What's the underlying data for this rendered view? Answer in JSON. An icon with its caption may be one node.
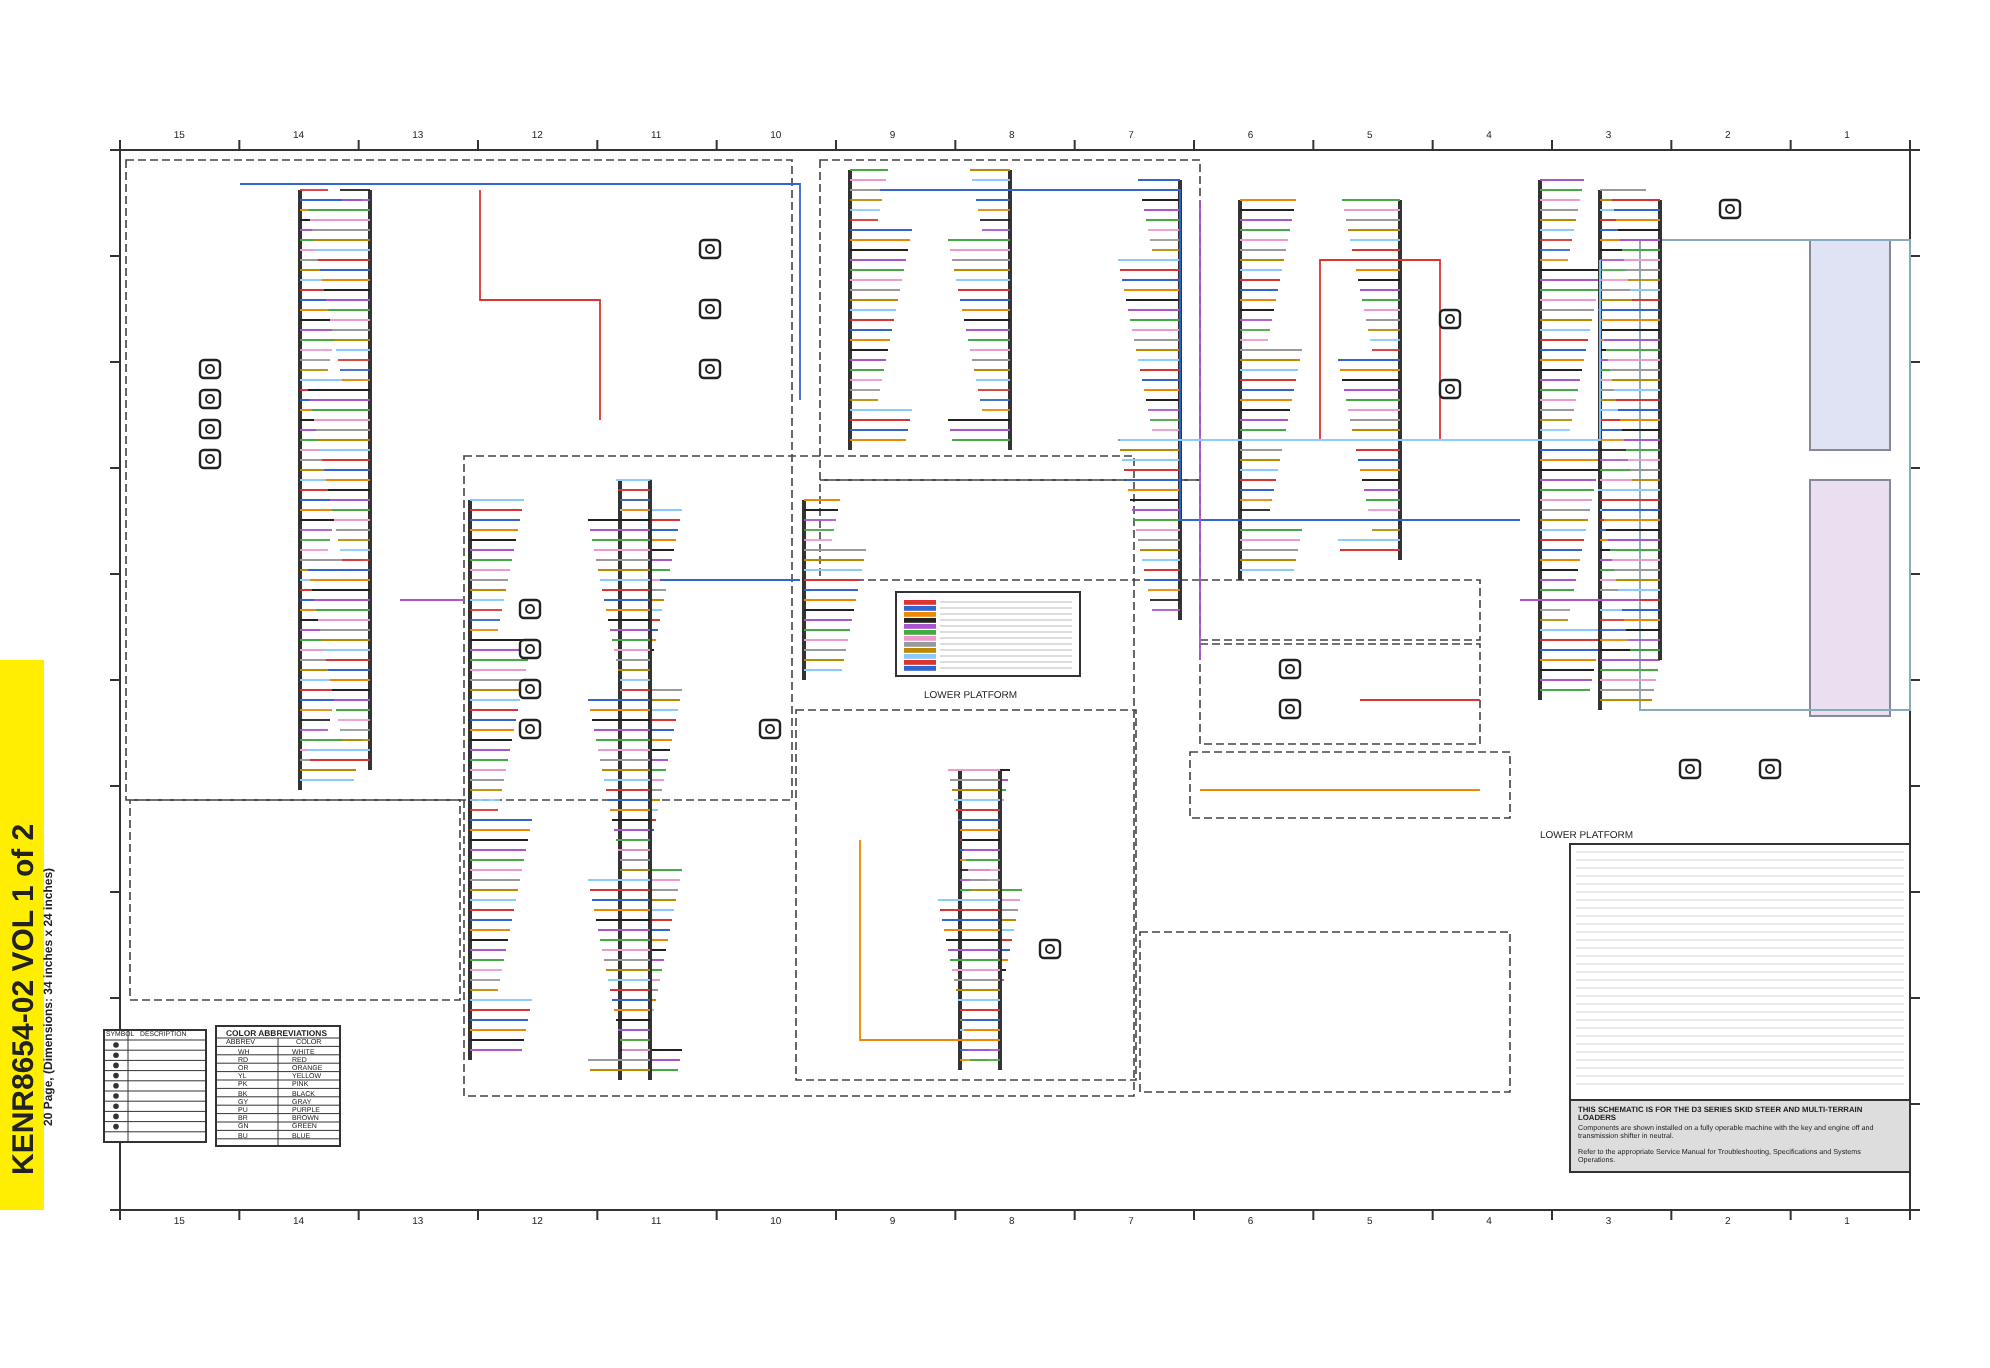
{
  "diagram": {
    "title": "KENR8654-02 VOL 1 of 2",
    "labels": [
      "20 Page, (Dimensions: 34 inches x 24 inches)",
      "LOWER PLATFORM",
      "LOWER PLATFORM",
      "SYMBOL",
      "DESCRIPTION",
      "COLOR ABBREVIATIONS",
      "ABBREV",
      "COLOR",
      "WH",
      "WHITE",
      "RD",
      "RED",
      "OR",
      "ORANGE",
      "YL",
      "YELLOW",
      "PK",
      "PINK",
      "BK",
      "BLACK",
      "GY",
      "GRAY",
      "PU",
      "PURPLE",
      "BR",
      "BROWN",
      "GN",
      "GREEN",
      "BU",
      "BLUE",
      "THIS SCHEMATIC IS FOR THE D3 SERIES SKID STEER AND MULTI-TERRAIN LOADERS",
      "Components are shown installed on a fully operable machine with the key and engine off and transmission shifter in neutral.",
      "Refer to the appropriate Service Manual for Troubleshooting, Specifications and Systems Operations.",
      "15",
      "14",
      "13",
      "12",
      "11",
      "10",
      "9",
      "8",
      "7",
      "6",
      "5",
      "4",
      "3",
      "2",
      "1",
      "15",
      "14",
      "13",
      "12",
      "11",
      "10",
      "9",
      "8",
      "7",
      "6",
      "5",
      "4",
      "3",
      "2",
      "1"
    ]
  }
}
